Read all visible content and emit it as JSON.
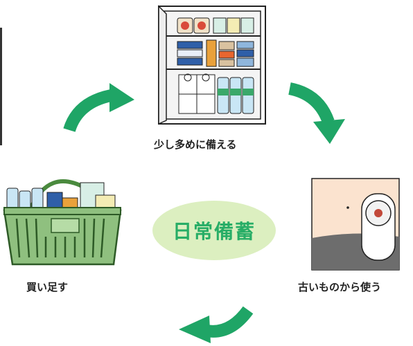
{
  "cycle": {
    "center_label": "日常備蓄",
    "steps": [
      {
        "label": "少し多めに備える",
        "illustration": "stocked-shelf"
      },
      {
        "label": "古いものから使う",
        "illustration": "ostomy-pouch"
      },
      {
        "label": "買い足す",
        "illustration": "shopping-basket"
      }
    ],
    "arrow_color": "#1fa566",
    "accent_colors": {
      "basket_green": "#7fb46e",
      "ellipse_fill": "#dcefc0",
      "text_green": "#27ad66"
    }
  }
}
